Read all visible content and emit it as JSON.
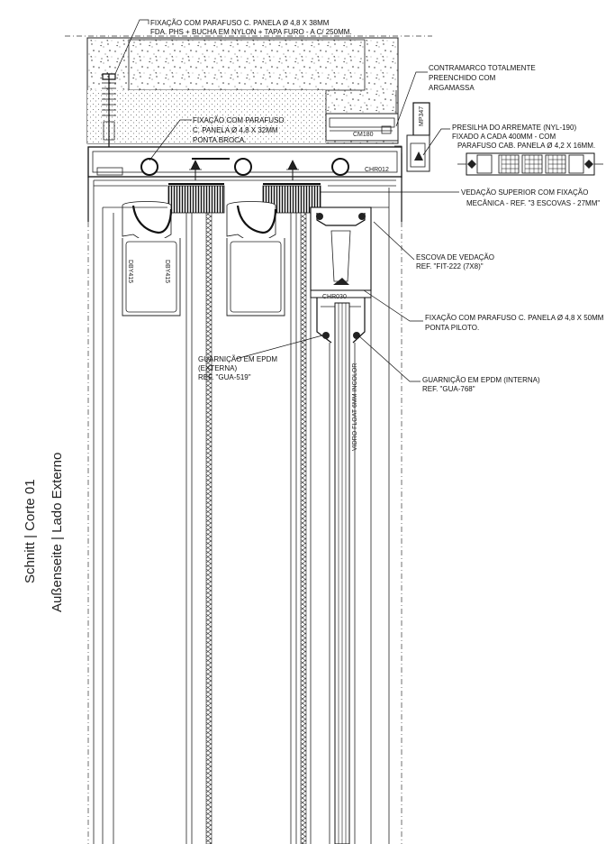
{
  "annotations": {
    "fix_top_1": "FIXAÇÃO COM PARAFUSO C. PANELA Ø 4,8 X 38MM",
    "fix_top_2": "FDA. PHS + BUCHA EM NYLON + TAPA FURO - A C/ 250MM.",
    "contramarco_1": "CONTRAMARCO TOTALMENTE",
    "contramarco_2": "PREENCHIDO COM",
    "contramarco_3": "ARGAMASSA",
    "fix_mid_1": "FIXAÇÃO COM PARAFUSO",
    "fix_mid_2": "C. PANELA Ø 4,8 X 32MM",
    "fix_mid_3": "PONTA BROCA.",
    "presilha_1": "PRESILHA DO ARREMATE (NYL-190)",
    "presilha_2": "FIXADO A CADA 400MM - COM",
    "presilha_3": "PARAFUSO CAB. PANELA Ø 4,2 X 16MM.",
    "vedacao_1": "VEDAÇÃO SUPERIOR COM FIXAÇÃO",
    "vedacao_2": "MECÂNICA - REF. \"3 ESCOVAS - 27MM\"",
    "escova_1": "ESCOVA DE VEDAÇÃO",
    "escova_2": "REF. \"FIT-222 (7X8)\"",
    "fix_50_1": "FIXAÇÃO COM PARAFUSO C. PANELA Ø 4,8 X 50MM",
    "fix_50_2": "PONTA PILOTO.",
    "gua519_1": "GUARNIÇÃO EM EPDM",
    "gua519_2": "(EXTERNA)",
    "gua519_3": "REF. \"GUA-519\"",
    "gua768_1": "GUARNIÇÃO EM EPDM (INTERNA)",
    "gua768_2": "REF. \"GUA-768\"",
    "glass": "VIDRO FLOAT 6MM INCOLOR"
  },
  "profile_tags": {
    "mp347": "MP347",
    "cm180": "CM180",
    "chr012": "CHR012",
    "chr030": "CHR030",
    "dby415_a": "DBY415",
    "dby415_b": "DBY415"
  },
  "side_label": {
    "line1": "Schnitt | Corte 01",
    "line2": "Außenseite | Lado Externo"
  }
}
